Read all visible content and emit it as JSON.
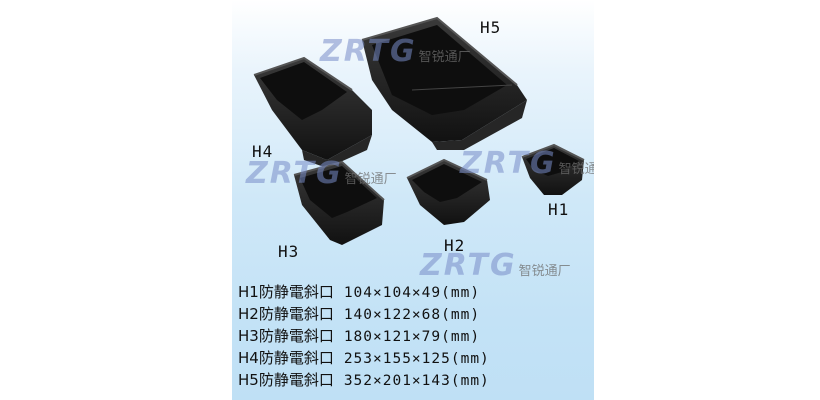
{
  "labels": {
    "h5": "H5",
    "h4": "H4",
    "h3": "H3",
    "h2": "H2",
    "h1": "H1"
  },
  "watermark": {
    "brand": "ZRTG",
    "chinese": "智锐通厂"
  },
  "specs": [
    {
      "model": "H1防静電斜口",
      "size": "104×104×49(mm)"
    },
    {
      "model": "H2防静電斜口",
      "size": "140×122×68(mm)"
    },
    {
      "model": "H3防静電斜口",
      "size": "180×121×79(mm)"
    },
    {
      "model": "H4防静電斜口",
      "size": "253×155×125(mm)"
    },
    {
      "model": "H5防静電斜口",
      "size": "352×201×143(mm)"
    }
  ],
  "colors": {
    "bin": "#1c1c1c",
    "bin_edge": "#3a3a3a",
    "background_top": "#ffffff",
    "background_bottom": "#bfe0f5",
    "watermark": "#7f8cc8"
  }
}
